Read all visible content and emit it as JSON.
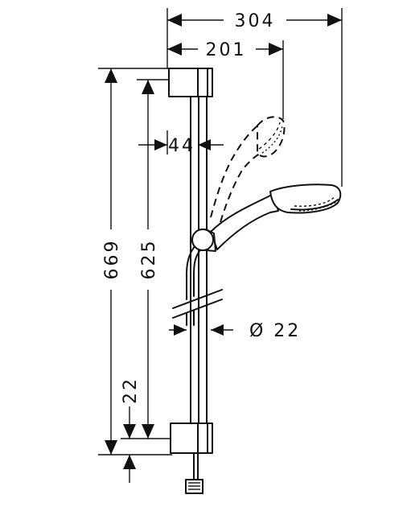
{
  "drawing": {
    "dimensions": {
      "total_width": "304",
      "handshower_offset": "201",
      "bar_depth": "44",
      "total_height": "669",
      "bar_length": "625",
      "bottom_offset": "22",
      "diameter": "Ø 22"
    },
    "colors": {
      "line": "#111111",
      "background": "#ffffff"
    }
  }
}
